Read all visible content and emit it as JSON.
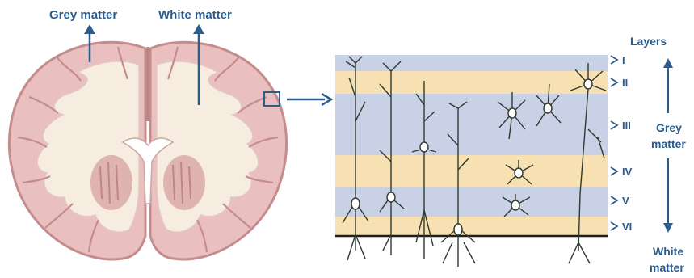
{
  "brain_labels": {
    "grey_matter": "Grey matter",
    "white_matter": "White matter"
  },
  "side_labels": {
    "layers_heading": "Layers",
    "grey_matter_line1": "Grey",
    "grey_matter_line2": "matter",
    "white_matter_line1": "White",
    "white_matter_line2": "matter"
  },
  "layers": [
    {
      "name": "I",
      "color": "#c9d1e6"
    },
    {
      "name": "II",
      "color": "#f7e0b2"
    },
    {
      "name": "III",
      "color": "#c9d1e6"
    },
    {
      "name": "IV",
      "color": "#f7e0b2"
    },
    {
      "name": "V",
      "color": "#c9d1e6"
    },
    {
      "name": "VI",
      "color": "#f7e0b2"
    }
  ],
  "colors": {
    "label_blue": "#2b5c8e",
    "brain_outline": "#c48c8c",
    "grey_matter_fill": "#e9c0bf",
    "white_matter_fill": "#f6ecdf",
    "neuron_ink": "#2f3a30"
  }
}
